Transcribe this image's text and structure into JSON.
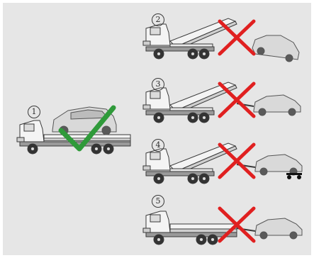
{
  "figure": {
    "background": "#e6e6e6",
    "scenarios": [
      {
        "number": "1",
        "method": "car-on-flatbed",
        "verdict": "correct",
        "icon": "check-mark-icon",
        "color": "#2f9a3a"
      },
      {
        "number": "2",
        "method": "rear-wheels-on-tilted-bed-front-raised",
        "verdict": "incorrect",
        "icon": "cross-mark-icon",
        "color": "#e02020"
      },
      {
        "number": "3",
        "method": "towed-behind-tilted-bed",
        "verdict": "incorrect",
        "icon": "cross-mark-icon",
        "color": "#e02020"
      },
      {
        "number": "4",
        "method": "towed-on-wheel-dolly-behind-tilted-bed",
        "verdict": "incorrect",
        "icon": "cross-mark-icon",
        "color": "#e02020"
      },
      {
        "number": "5",
        "method": "towed-behind-flat-bed",
        "verdict": "incorrect",
        "icon": "cross-mark-icon",
        "color": "#e02020"
      }
    ]
  }
}
